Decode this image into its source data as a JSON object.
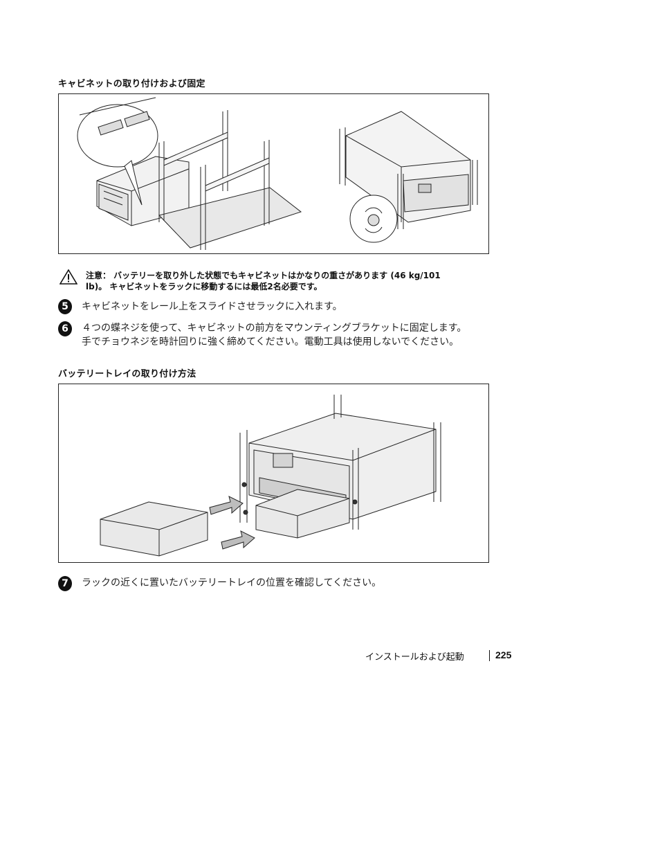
{
  "section1": {
    "heading": "キャビネットの取り付けおよび固定"
  },
  "caution": {
    "line1": "注意： バッテリーを取り外した状態でもキャビネットはかなりの重さがあります (46 kg/101",
    "line2": "lb)。 キャビネットをラックに移動するには最低2名必要です。"
  },
  "steps": [
    {
      "number": "5",
      "text": "キャビネットをレール上をスライドさせラックに入れます。"
    },
    {
      "number": "6",
      "line1": "４つの蝶ネジを使って、キャビネットの前方をマウンティングブラケットに固定します。",
      "line2": "手でチョウネジを時計回りに強く締めてください。電動工具は使用しないでください。"
    },
    {
      "number": "7",
      "text": "ラックの近くに置いたバッテリートレイの位置を確認してください。"
    }
  ],
  "section2": {
    "heading": "バッテリートレイの取り付け方法"
  },
  "footer": {
    "title": "インストールおよび起動",
    "page": "225"
  }
}
